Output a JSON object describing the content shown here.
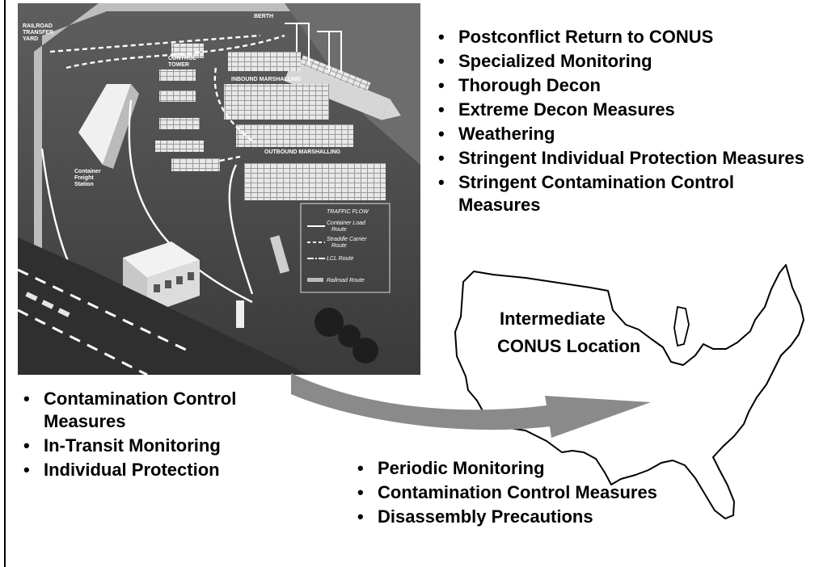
{
  "port_labels": {
    "railroad": [
      "RAILROAD",
      "TRANSFER",
      "YARD"
    ],
    "berth": "BERTH",
    "control_tower": [
      "CONTROL",
      "TOWER"
    ],
    "inbound": "INBOUND MARSHALLING",
    "outbound": "OUTBOUND MARSHALLING",
    "cfs": [
      "Container",
      "Freight",
      "Station"
    ]
  },
  "legend": {
    "title": "TRAFFIC FLOW",
    "items": [
      "Container Load",
      "Route",
      "Straddle Carrier",
      "Route",
      "LCL Route",
      "Railroad Route"
    ]
  },
  "top_list": [
    "Postconflict  Return to CONUS",
    "Specialized Monitoring",
    "Thorough Decon",
    "Extreme Decon Measures",
    "Weathering",
    "Stringent Individual Protection Measures",
    "Stringent Contamination Control Measures"
  ],
  "left_list": [
    "Contamination Control Measures",
    "In-Transit Monitoring",
    "Individual Protection"
  ],
  "bottom_list": [
    "Periodic Monitoring",
    "Contamination Control Measures",
    "Disassembly Precautions"
  ],
  "map_label": [
    "Intermediate",
    "CONUS Location"
  ],
  "colors": {
    "arrow": "#8a8a8a",
    "port_bg": "#4a4a4a",
    "ink": "#000000"
  }
}
